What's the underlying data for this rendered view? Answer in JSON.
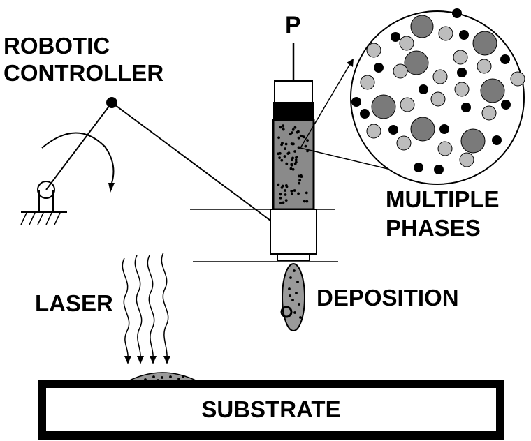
{
  "labels": {
    "robotic_line1": "ROBOTIC",
    "robotic_line2": "CONTROLLER",
    "pressure": "P",
    "multiple_line1": "MULTIPLE",
    "multiple_line2": "PHASES",
    "deposition": "DEPOSITION",
    "laser": "LASER",
    "substrate": "SUBSTRATE"
  },
  "colors": {
    "ink": "#000000",
    "background": "#ffffff",
    "dark_particle": "#7a7a7a",
    "light_particle": "#bdbdbd",
    "syringe_fill": "#8a8a8a",
    "bead_fill": "#9a9a9a"
  },
  "icons": [
    "robot-arm-icon",
    "pressure-arrow-icon",
    "syringe-icon",
    "laser-beam-icon",
    "magnified-particles-icon"
  ]
}
